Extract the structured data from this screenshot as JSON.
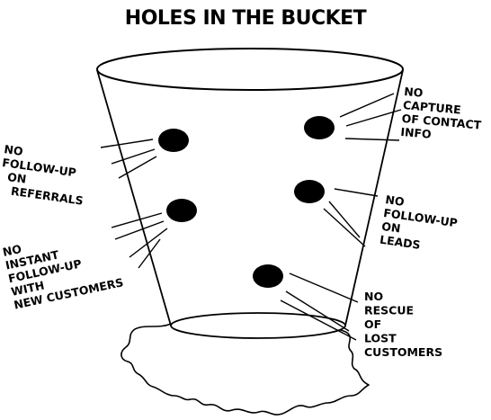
{
  "title": "HOLES IN THE BUCKET",
  "colors": {
    "ink": "#000000",
    "paper": "#ffffff"
  },
  "labels": {
    "contact_info": [
      "NO",
      "CAPTURE",
      "OF CONTACT",
      "INFO"
    ],
    "referrals": [
      "NO",
      "FOLLOW-UP",
      "ON",
      "REFERRALS"
    ],
    "leads": [
      "NO",
      "FOLLOW-UP",
      "ON",
      "LEADS"
    ],
    "new_customers": [
      "NO",
      "INSTANT",
      "FOLLOW-UP",
      "WITH",
      "NEW CUSTOMERS"
    ],
    "lost_customers": [
      "NO",
      "RESCUE",
      "OF",
      "LOST",
      "CUSTOMERS"
    ]
  }
}
